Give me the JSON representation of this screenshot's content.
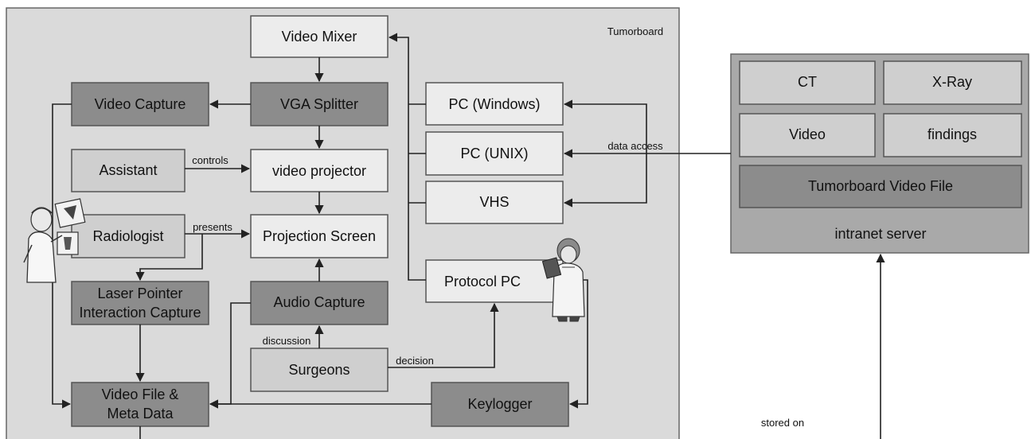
{
  "region_labels": {
    "tumorboard": "Tumorboard",
    "server": "intranet server"
  },
  "nodes": {
    "video_mixer": "Video Mixer",
    "vga_splitter": "VGA Splitter",
    "video_capture": "Video Capture",
    "assistant": "Assistant",
    "video_projector": "video projector",
    "radiologist": "Radiologist",
    "projection_screen": "Projection Screen",
    "laser_pointer_l1": "Laser Pointer",
    "laser_pointer_l2": "Interaction Capture",
    "audio_capture": "Audio Capture",
    "surgeons": "Surgeons",
    "video_file_l1": "Video File &",
    "video_file_l2": "Meta Data",
    "keylogger": "Keylogger",
    "pc_windows": "PC (Windows)",
    "pc_unix": "PC (UNIX)",
    "vhs": "VHS",
    "protocol_pc": "Protocol PC",
    "ct": "CT",
    "xray": "X-Ray",
    "video": "Video",
    "findings": "findings",
    "tumorboard_video_file": "Tumorboard Video File"
  },
  "edge_labels": {
    "controls": "controls",
    "presents": "presents",
    "discussion": "discussion",
    "decision": "decision",
    "data_access": "data access",
    "stored_on": "stored on"
  },
  "icons": [
    "radiologist-figure-icon",
    "doctor-figure-icon"
  ],
  "colors": {
    "region": "#dadada",
    "light_box": "#ececec",
    "mid_box": "#cfcfcf",
    "dark_box": "#8c8c8c",
    "server": "#a9a9a9"
  }
}
